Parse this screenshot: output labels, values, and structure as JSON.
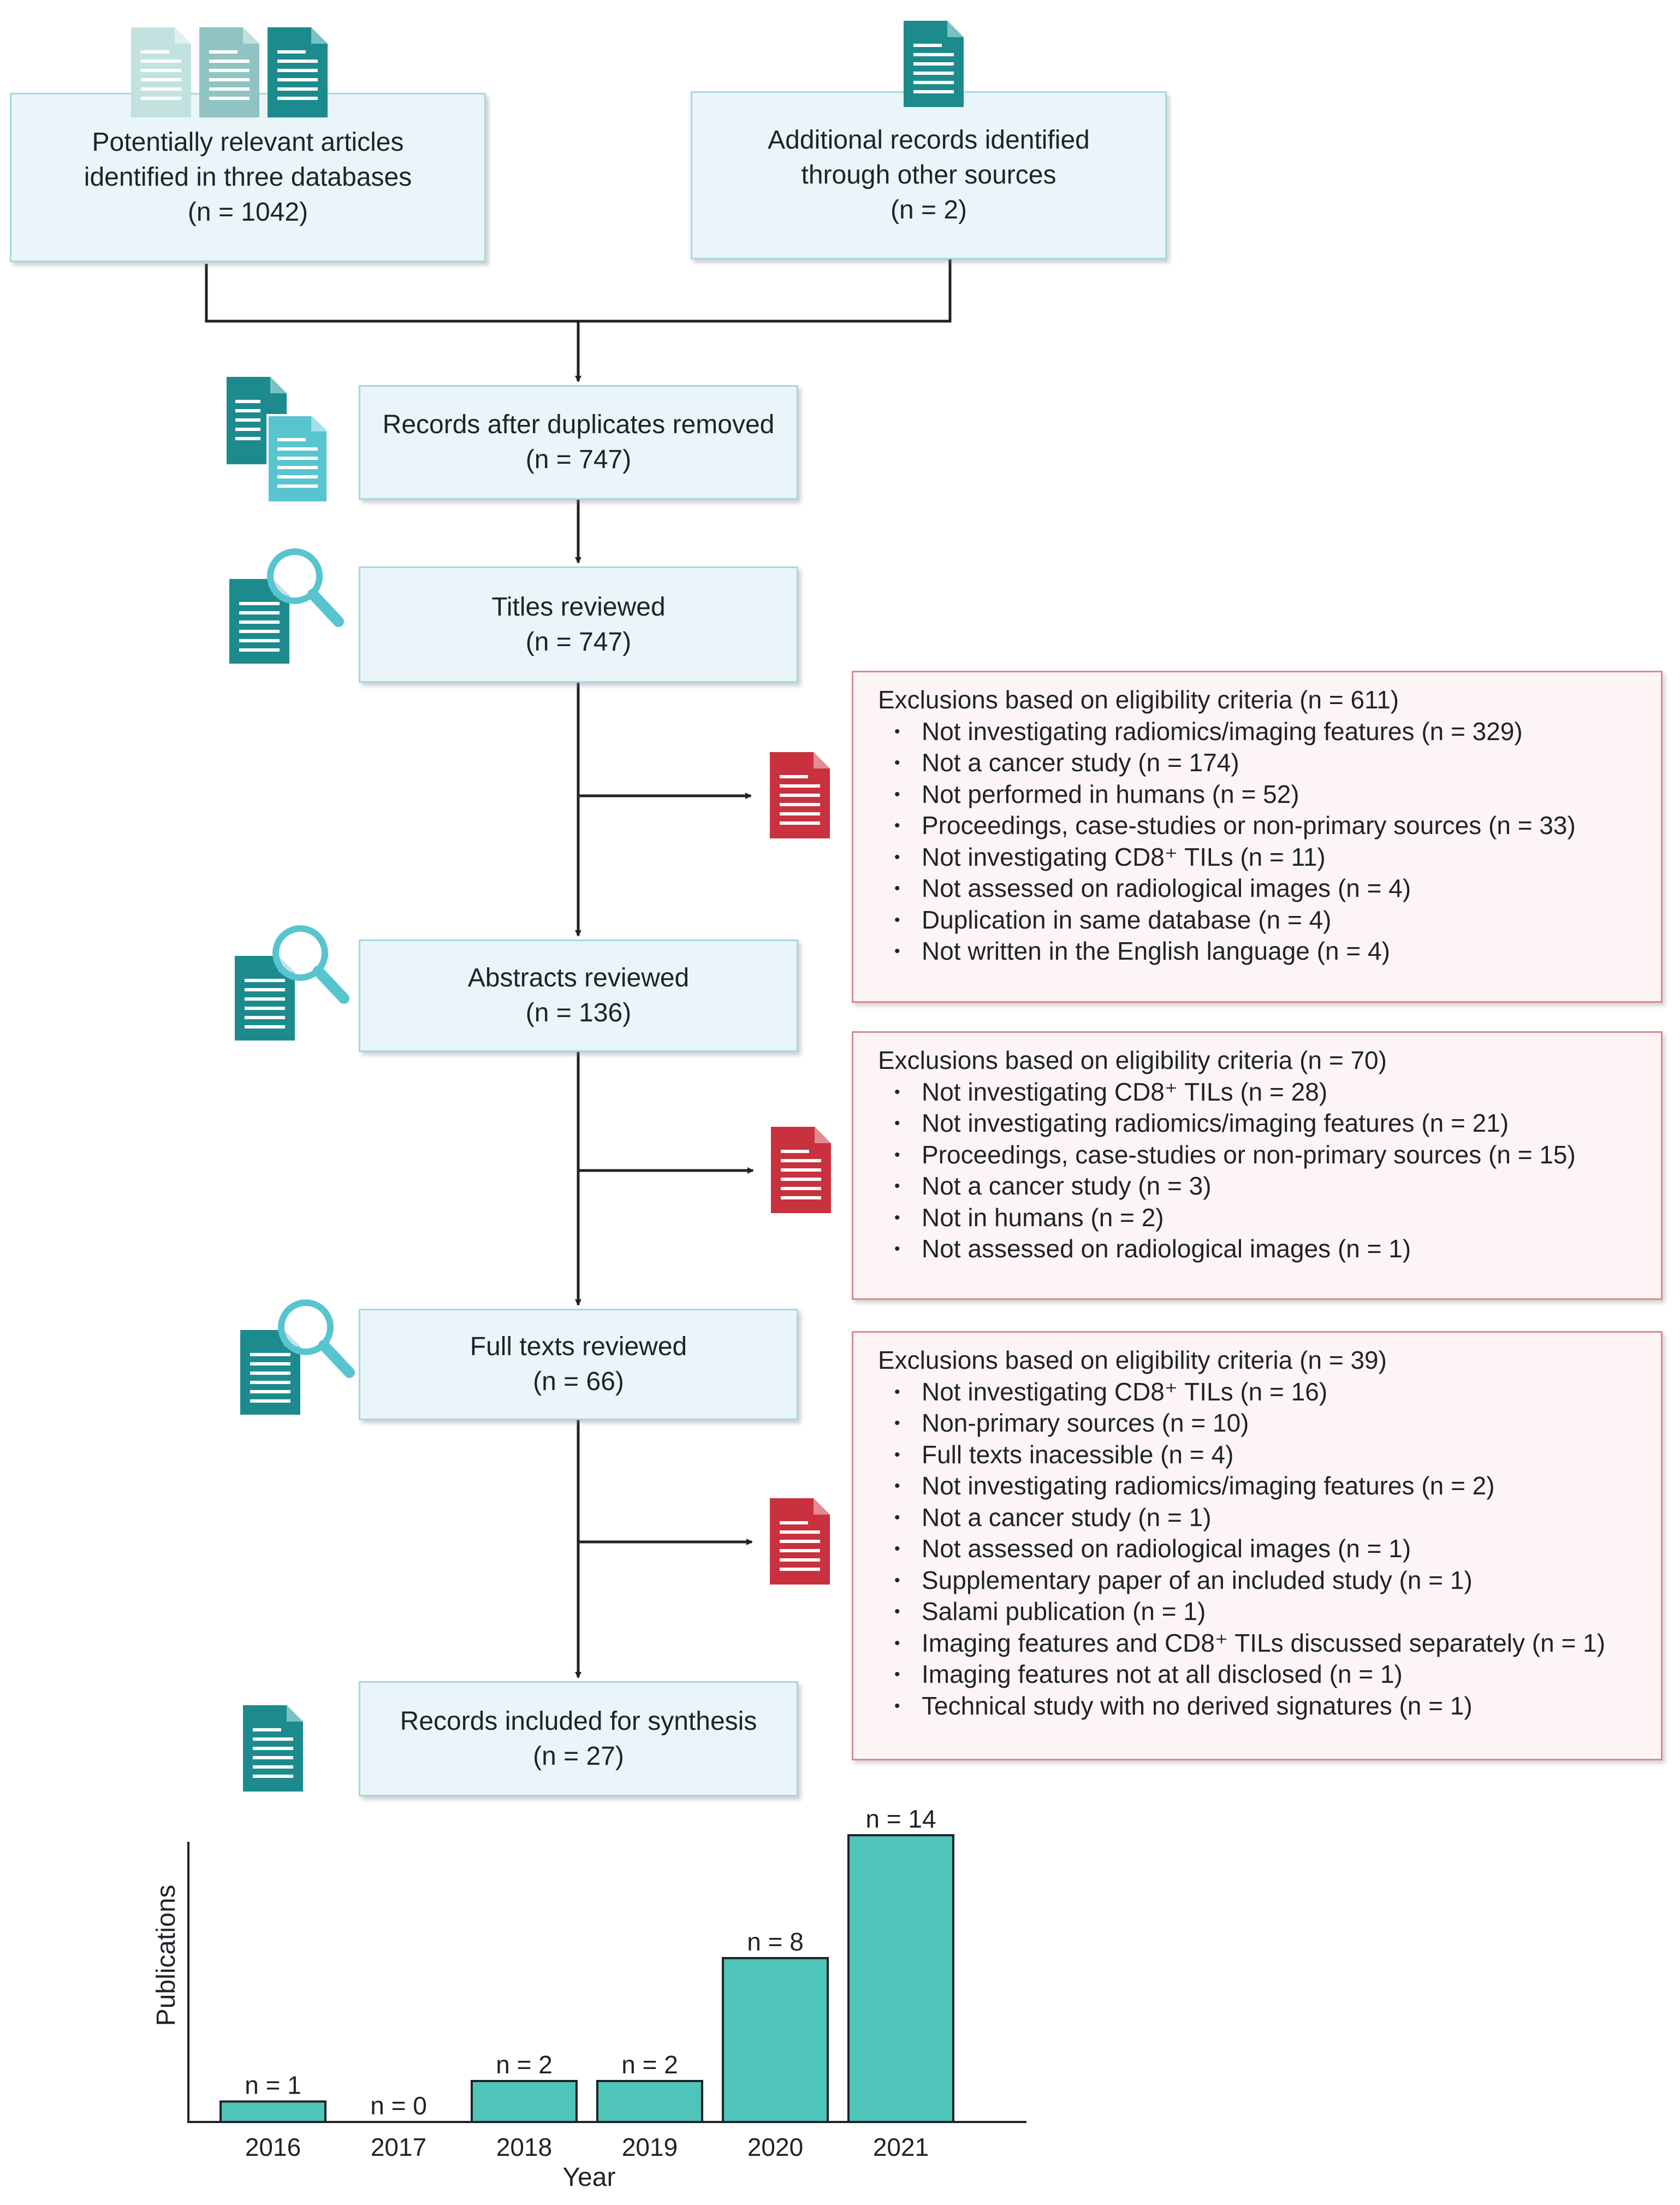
{
  "colors": {
    "teal_dark": "#1d8b8e",
    "teal_mid": "#8fc4c3",
    "teal_light": "#c2e2e0",
    "teal_cyan": "#58c4d0",
    "red": "#c8313d",
    "box_fill": "#e9f5f8",
    "box_border": "#a9d7e0",
    "excl_fill": "#fdf5f5",
    "excl_border": "#d98a8f",
    "bar": "#4fc4b9"
  },
  "boxes": {
    "db": [
      "Potentially relevant articles",
      "identified in three databases",
      "(n = 1042)"
    ],
    "other": [
      "Additional records identified",
      "through other sources",
      "(n = 2)"
    ],
    "dup": [
      "Records after duplicates removed",
      "(n = 747)"
    ],
    "titles": [
      "Titles reviewed",
      "(n = 747)"
    ],
    "abstracts": [
      "Abstracts reviewed",
      "(n = 136)"
    ],
    "fulltexts": [
      "Full texts reviewed",
      "(n = 66)"
    ],
    "included": [
      "Records included for synthesis",
      "(n = 27)"
    ]
  },
  "exclusions": [
    {
      "heading": "Exclusions based on eligibility criteria (n = 611)",
      "items": [
        "Not investigating radiomics/imaging features (n = 329)",
        "Not a cancer study (n = 174)",
        "Not performed in humans (n = 52)",
        "Proceedings, case-studies or non-primary sources (n = 33)",
        "Not investigating CD8⁺ TILs (n = 11)",
        "Not assessed on radiological images (n = 4)",
        "Duplication in same database (n = 4)",
        "Not written in the English language (n = 4)"
      ]
    },
    {
      "heading": "Exclusions based on eligibility criteria (n = 70)",
      "items": [
        "Not investigating CD8⁺ TILs (n = 28)",
        "Not investigating radiomics/imaging features (n = 21)",
        "Proceedings, case-studies or non-primary sources (n = 15)",
        "Not a cancer study (n = 3)",
        "Not in humans (n = 2)",
        "Not assessed on radiological images (n = 1)"
      ]
    },
    {
      "heading": "Exclusions based on eligibility criteria (n = 39)",
      "items": [
        "Not investigating CD8⁺ TILs (n = 16)",
        "Non-primary sources (n = 10)",
        "Full texts inacessible (n = 4)",
        "Not investigating radiomics/imaging features (n = 2)",
        "Not a cancer study (n = 1)",
        "Not assessed on radiological images (n = 1)",
        "Supplementary paper of an included study (n = 1)",
        "Salami publication (n = 1)",
        "Imaging features and CD8⁺ TILs discussed separately (n = 1)",
        "Imaging features not at all disclosed (n = 1)",
        "Technical study with no derived signatures (n = 1)"
      ]
    }
  ],
  "icons": {
    "db": "document-stack-icon",
    "other": "document-icon",
    "dup": "duplicate-documents-icon",
    "titles": "document-search-icon",
    "abstracts": "document-search-icon",
    "fulltexts": "document-search-icon",
    "included": "document-icon",
    "excl": "excluded-document-icon"
  },
  "chart_data": {
    "type": "bar",
    "categories": [
      "2016",
      "2017",
      "2018",
      "2019",
      "2020",
      "2021"
    ],
    "values": [
      1,
      0,
      2,
      2,
      8,
      14
    ],
    "data_labels": [
      "n = 1",
      "n = 0",
      "n = 2",
      "n = 2",
      "n = 8",
      "n = 14"
    ],
    "xlabel": "Year",
    "ylabel": "Publications",
    "ylim": [
      0,
      14
    ],
    "grid": false,
    "legend": "none"
  }
}
